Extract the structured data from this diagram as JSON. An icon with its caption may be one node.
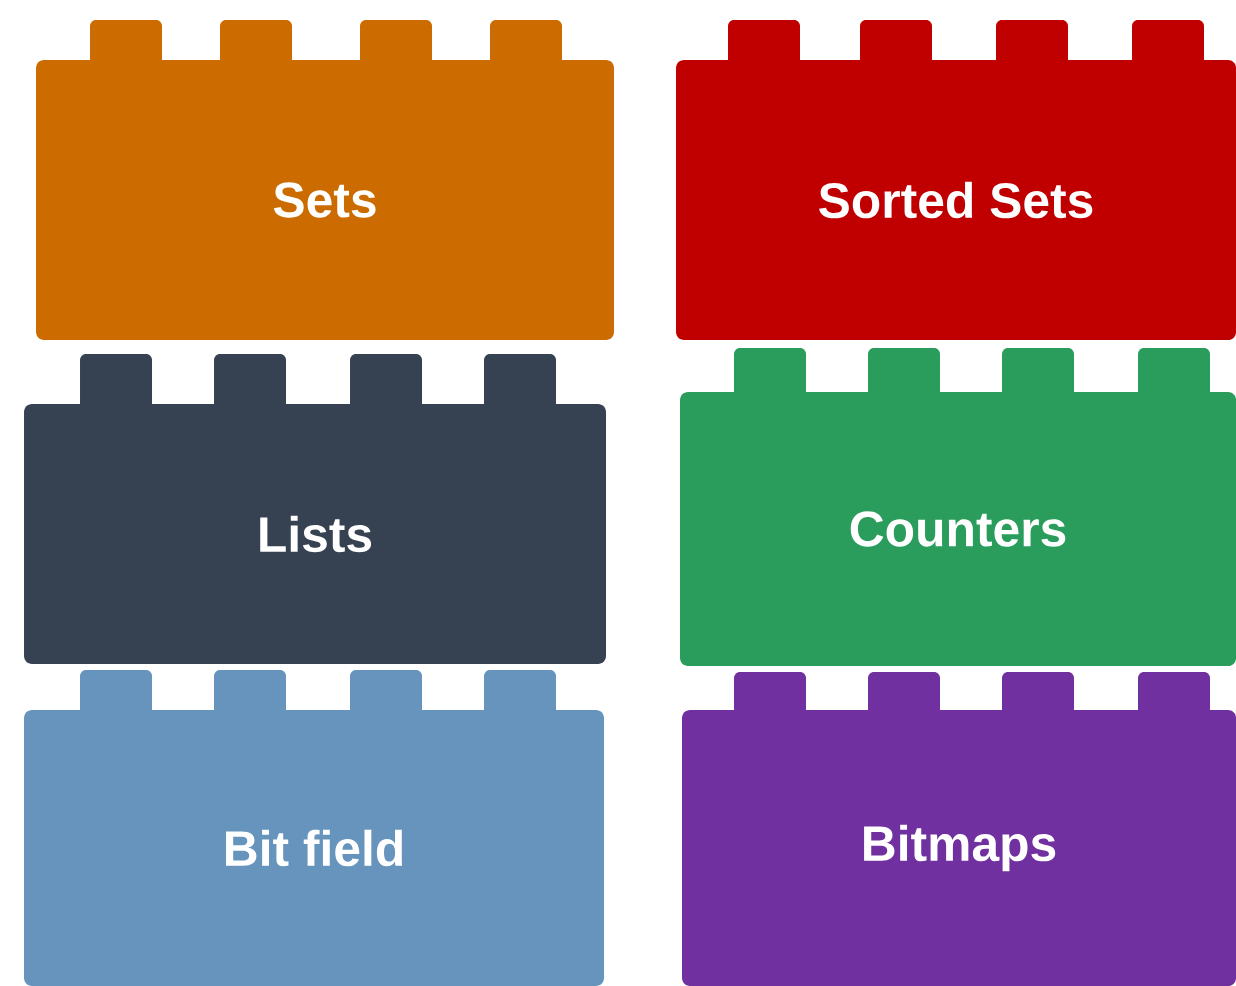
{
  "diagram": {
    "nodes": [
      {
        "text": [
          "Sets"
        ]
      },
      {
        "text": [
          "Sorted Sets"
        ]
      },
      {
        "text": [
          "Lists"
        ]
      },
      {
        "text": [
          "Counters"
        ]
      },
      {
        "text": [
          "Bit field"
        ]
      },
      {
        "text": [
          "Bitmaps"
        ]
      }
    ]
  }
}
